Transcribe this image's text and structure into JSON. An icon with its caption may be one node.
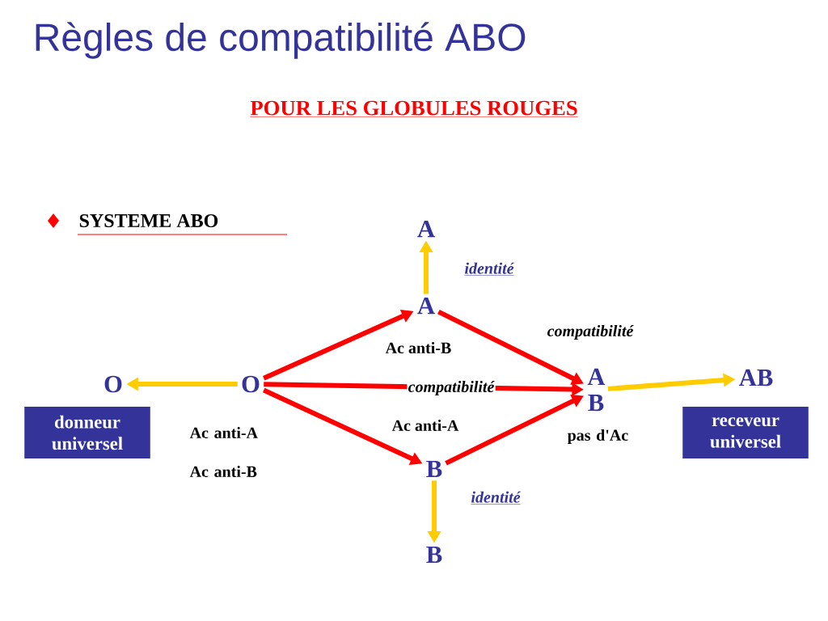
{
  "diagram": {
    "title": "Règles de compatibilité ABO",
    "nodes": [
      {
        "text": [
          "O"
        ]
      },
      {
        "text": [
          "O"
        ],
        "beside": [
          "Ac anti-A",
          "Ac anti-B"
        ]
      },
      {
        "text": [
          "A"
        ]
      },
      {
        "text": [
          "A"
        ],
        "beside": [
          "Ac anti-B"
        ]
      },
      {
        "text": [
          "B"
        ],
        "beside": [
          "Ac anti-A"
        ]
      },
      {
        "text": [
          "B"
        ]
      },
      {
        "text": [
          "A B"
        ],
        "beside": [
          "pas d'Ac"
        ]
      },
      {
        "text": [
          "AB"
        ]
      },
      {
        "text": [
          "donneur universel"
        ]
      },
      {
        "text": [
          "receveur universel"
        ]
      }
    ],
    "edges": [
      {
        "from": 1,
        "to": 0,
        "arrow": "to",
        "color": "#ffcc00"
      },
      {
        "from": 1,
        "to": 3,
        "arrow": "to"
      },
      {
        "from": 1,
        "to": 6,
        "arrow": "to",
        "label": "compatibilité"
      },
      {
        "from": 1,
        "to": 4,
        "arrow": "to"
      },
      {
        "from": 3,
        "to": 2,
        "arrow": "to",
        "color": "#ffcc00",
        "label": "identité"
      },
      {
        "from": 3,
        "to": 6,
        "arrow": "to",
        "label": "compatibilité"
      },
      {
        "from": 4,
        "to": 6,
        "arrow": "to"
      },
      {
        "from": 4,
        "to": 5,
        "arrow": "to",
        "color": "#ffcc00",
        "label": "identité"
      },
      {
        "from": 6,
        "to": 7,
        "arrow": "to",
        "color": "#ffcc00"
      }
    ],
    "labels": [
      "POUR LES GLOBULES ROUGES",
      "SYSTEME ABO"
    ]
  }
}
